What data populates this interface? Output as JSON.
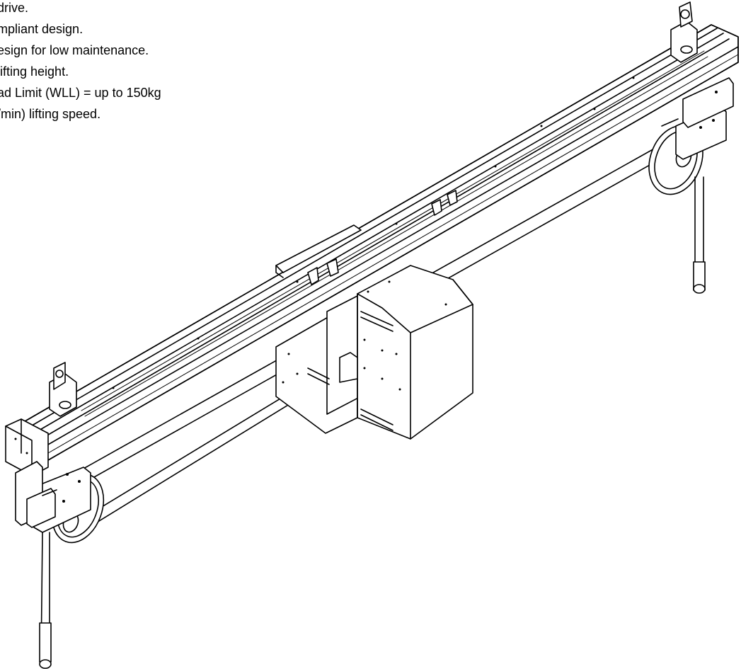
{
  "features": [
    "drive.",
    "mpliant design.",
    "esign for low maintenance.",
    " lifting height.",
    "ad Limit (WLL) = up to 150kg",
    "/min) lifting speed."
  ]
}
